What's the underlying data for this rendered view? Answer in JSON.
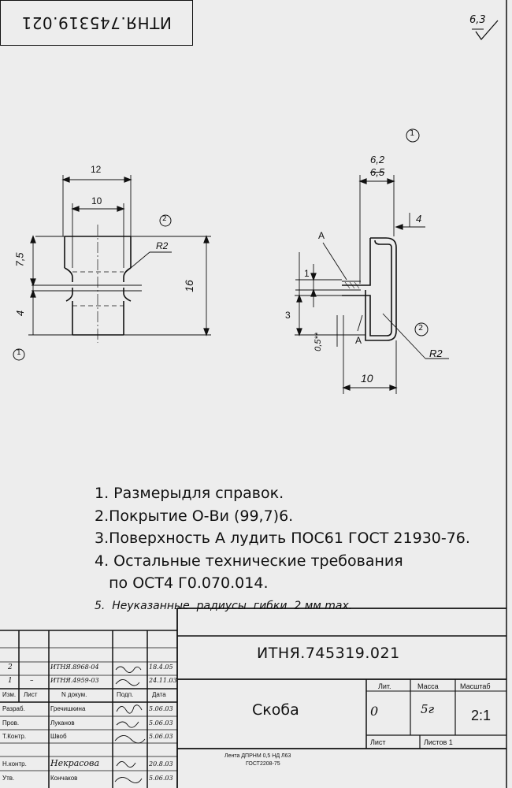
{
  "stamp_rotated": "ИТНЯ.745319.021",
  "roughness": "6,3",
  "drawing": {
    "view1": {
      "dim_12": "12",
      "dim_10": "10",
      "dim_16": "16",
      "dim_7_5": "7,5",
      "dim_4": "4",
      "callout_1": "1",
      "callout_2": "2",
      "radius": "R2"
    },
    "view2": {
      "dim_6_2": "6,2",
      "dim_6_5": "6,5",
      "dim_4": "4",
      "dim_1": "1",
      "dim_3": "3",
      "dim_0_5": "0,5**",
      "dim_10": "10",
      "label_A_top": "A",
      "label_A_bottom": "A",
      "callout_1": "1",
      "callout_2": "2",
      "radius": "R2"
    }
  },
  "notes": [
    "1. Размерыдля справок.",
    "2.Покрытие О-Ви (99,7)6.",
    "3.Поверхность А лудить ПОС61 ГОСТ 21930-76.",
    "4. Остальные технические требования",
    "   по ОСТ4 Г0.070.014.",
    "5.  Неуказанные  радиусы  гибки  2 мм max."
  ],
  "title_block": {
    "designation": "ИТНЯ.745319.021",
    "part_name": "Скоба",
    "lit_header": "Лит.",
    "mass_header": "Масса",
    "scale_header": "Масштаб",
    "lit_value": "0",
    "mass_value": "5г",
    "scale_value": "2:1",
    "sheet_label": "Лист",
    "sheets_label": "Листов 1",
    "material_line1": "Лента ДПРНМ 0,5 НД Л63",
    "material_line2": "ГОСТ2208-75",
    "changes": [
      {
        "izm": "2",
        "list": "",
        "doc": "ИТНЯ.8968-04",
        "date": "18.4.05"
      },
      {
        "izm": "1",
        "list": "–",
        "doc": "ИТНЯ.4959-03",
        "date": "24.11.03"
      }
    ],
    "headers": {
      "izm": "Изм.",
      "list": "Лист",
      "doc": "N докум.",
      "sign": "Подп.",
      "date": "Дата"
    },
    "roles": [
      {
        "role": "Разраб.",
        "name": "Гречишкина",
        "date": "5.06.03"
      },
      {
        "role": "Пров.",
        "name": "Луканов",
        "date": "5.06.03"
      },
      {
        "role": "Т.Контр.",
        "name": "Швоб",
        "date": "5.06.03"
      },
      {
        "role": "",
        "name": "",
        "date": ""
      },
      {
        "role": "Н.контр.",
        "name": "Некрасова",
        "date": "20.8.03"
      },
      {
        "role": "Утв.",
        "name": "Кончаков",
        "date": "5.06.03"
      }
    ]
  }
}
